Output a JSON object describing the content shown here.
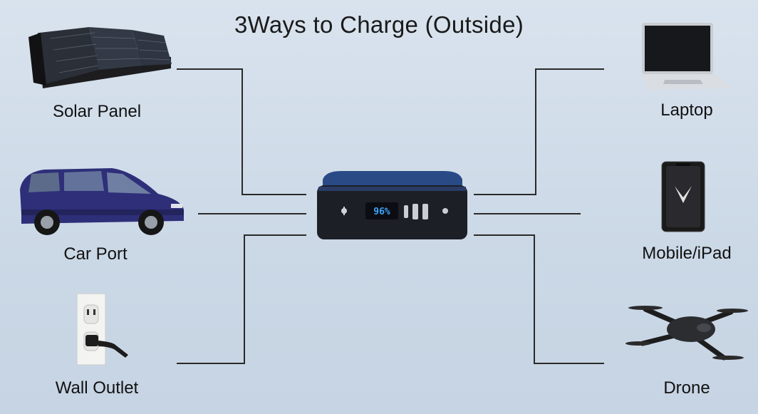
{
  "title": "3Ways to Charge (Outside)",
  "inputs": [
    {
      "label": "Solar Panel",
      "icon": "solar-panel-icon"
    },
    {
      "label": "Car Port",
      "icon": "car-icon"
    },
    {
      "label": "Wall Outlet",
      "icon": "wall-outlet-icon"
    }
  ],
  "outputs": [
    {
      "label": "Laptop",
      "icon": "laptop-icon"
    },
    {
      "label": "Mobile/iPad",
      "icon": "phone-icon"
    },
    {
      "label": "Drone",
      "icon": "drone-icon"
    }
  ],
  "power_station": {
    "display": "96%"
  },
  "colors": {
    "line": "#2a2a2a",
    "station_body": "#1f2a3c",
    "display": "#3aa6ff"
  }
}
